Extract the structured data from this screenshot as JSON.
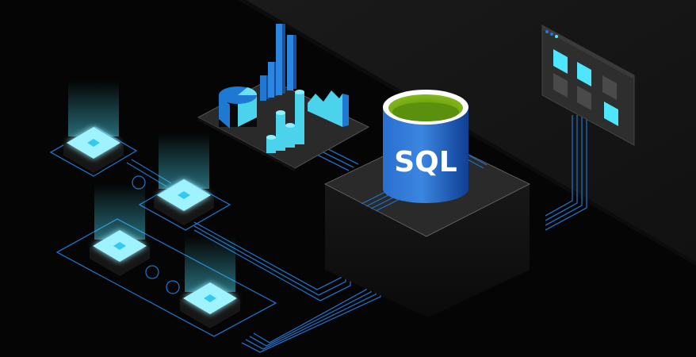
{
  "scene": {
    "background_dark": "#050505",
    "background_wall": "#161616",
    "accent_cyan": "#4ee6ff",
    "accent_blue": "#1f78d1",
    "line_blue": "#1e6fc4"
  },
  "database": {
    "label": "SQL",
    "body_color": "#1c63c4",
    "top_fill_color": "#5e9b0f",
    "rim_color": "#ffffff"
  },
  "analytics_platform": {
    "charts": [
      "pie-chart",
      "bar-chart",
      "cylinder-bar-chart",
      "area-chart"
    ]
  },
  "dashboard_window": {
    "title_dots": 3,
    "tiles": [
      {
        "row": 0,
        "col": 0,
        "active": true
      },
      {
        "row": 0,
        "col": 1,
        "active": true
      },
      {
        "row": 0,
        "col": 2,
        "active": false
      },
      {
        "row": 1,
        "col": 0,
        "active": false
      },
      {
        "row": 1,
        "col": 1,
        "active": false
      },
      {
        "row": 1,
        "col": 2,
        "active": true
      }
    ]
  },
  "compute_nodes": [
    {
      "id": "node-1"
    },
    {
      "id": "node-2"
    },
    {
      "id": "node-3"
    },
    {
      "id": "node-4"
    }
  ]
}
